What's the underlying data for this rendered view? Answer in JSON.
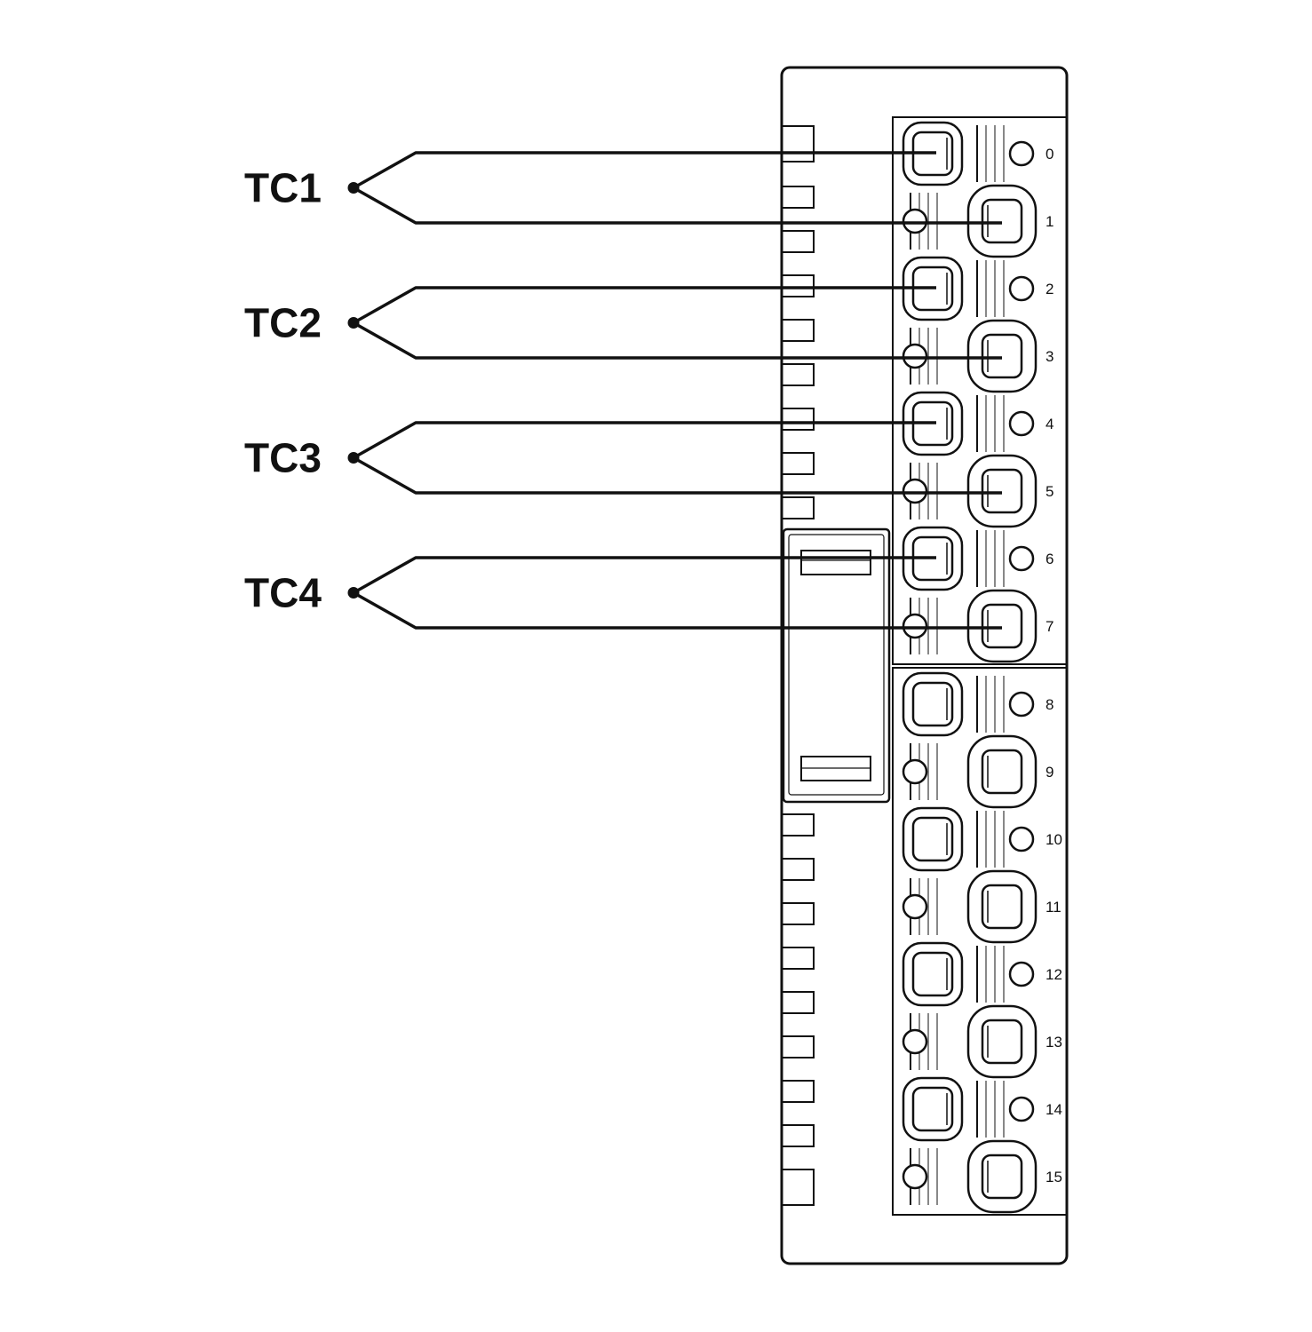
{
  "colors": {
    "ink": "#111111",
    "background": "#ffffff"
  },
  "thermocouples": [
    {
      "label": "TC1",
      "terminals": [
        "0",
        "1"
      ]
    },
    {
      "label": "TC2",
      "terminals": [
        "2",
        "3"
      ]
    },
    {
      "label": "TC3",
      "terminals": [
        "4",
        "5"
      ]
    },
    {
      "label": "TC4",
      "terminals": [
        "6",
        "7"
      ]
    }
  ],
  "terminals": [
    "0",
    "1",
    "2",
    "3",
    "4",
    "5",
    "6",
    "7",
    "8",
    "9",
    "10",
    "11",
    "12",
    "13",
    "14",
    "15"
  ]
}
